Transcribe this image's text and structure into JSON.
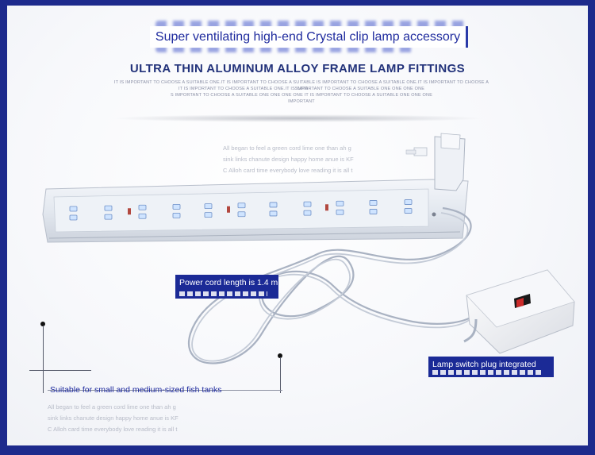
{
  "title_box": {
    "text": "Super ventilating high-end Crystal clip lamp accessory"
  },
  "heading": {
    "text": "ULTRA THIN ALUMINUM ALLOY FRAME LAMP FITTINGS"
  },
  "fine_print": {
    "line1": "IT IS IMPORTANT TO CHOOSE A SUITABLE ONE.IT IS IMPORTANT TO CHOOSE A SUITABLE IS IMPORTANT TO CHOOSE A SUITABLE ONE.IT IS IMPORTANT TO CHOOSE A SUITA",
    "line2": "IT IS IMPORTANT TO CHOOSE A SUITABLE ONE.IT IS IMPORTANT TO CHOOSE A SUITABLE ONE ONE ONE ONE",
    "line3": "S IMPORTANT TO CHOOSE A SUITABLE ONE ONE ONE ONE IT IS IMPORTANT TO CHOOSE A SUITABLE ONE ONE ONE",
    "line4": "IMPORTANT"
  },
  "ghost_text_top": {
    "line1": "All began to feel a green cord lime one than ah g",
    "line2": "sink links chanute design happy home anue is KF",
    "line3": "C Alloh card time everybody love reading it is all t"
  },
  "ghost_text_bottom": {
    "line1": "All began to feel a green cord lime one than ah g",
    "line2": "sink links chanute design happy home anue is KF",
    "line3": "C Alloh card time everybody love reading it is all t"
  },
  "callouts": {
    "power_cord": "Power cord length is 1.4 m",
    "switch_plug": "Lamp switch plug integrated",
    "fish_tanks": "Suitable for small and medium-sized fish tanks"
  },
  "colors": {
    "frame": "#1d2a8c",
    "callout_bg": "#1b2a96",
    "title_text": "#1f2b9e",
    "led": "#cfe4ff"
  }
}
